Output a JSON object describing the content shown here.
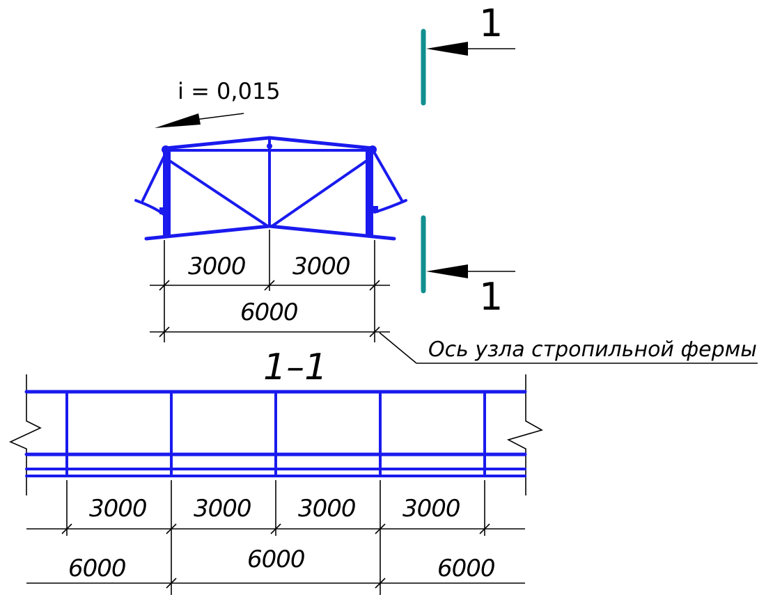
{
  "colors": {
    "structure": "#1a1aee",
    "section_mark": "#128f8f",
    "lines": "#000000"
  },
  "top_view": {
    "slope_label": "i = 0,015",
    "dims_row1": [
      "3000",
      "3000"
    ],
    "dims_row2": [
      "6000"
    ]
  },
  "section_marks": {
    "top_label": "1",
    "bottom_label": "1"
  },
  "axis_note": "Ось узла стропильной фермы",
  "section": {
    "title": "1–1",
    "dims_row1": [
      "3000",
      "3000",
      "3000",
      "3000"
    ],
    "dims_row2": [
      "6000",
      "6000",
      "6000"
    ]
  }
}
